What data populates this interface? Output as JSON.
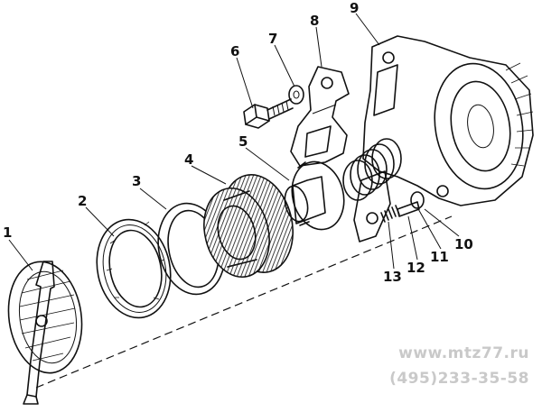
{
  "figure": {
    "callouts": [
      "1",
      "2",
      "3",
      "4",
      "5",
      "6",
      "7",
      "8",
      "9",
      "10",
      "11",
      "12",
      "13"
    ]
  },
  "watermark": {
    "site": "www.mtz77.ru",
    "phone": "(495)233-35-58"
  }
}
